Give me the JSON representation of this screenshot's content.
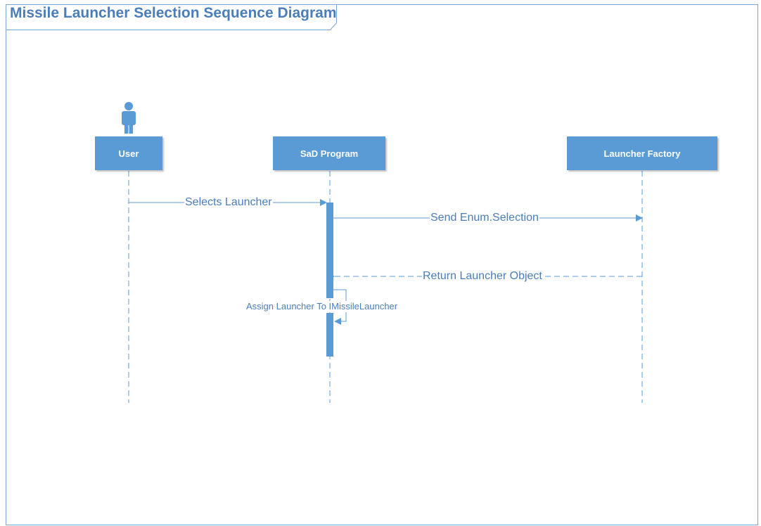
{
  "diagram": {
    "title": "Missile Launcher Selection Sequence Diagram",
    "colors": {
      "line": "#5b9bd5",
      "box_fill": "#5b9bd5",
      "text": "#4a7ebb",
      "frame": "#7aa6d6"
    }
  },
  "actor": {
    "icon": "person-icon"
  },
  "lifelines": [
    {
      "label": "User"
    },
    {
      "label": "SaD Program"
    },
    {
      "label": "Launcher Factory"
    }
  ],
  "messages": [
    {
      "label": "Selects Launcher",
      "from": "User",
      "to": "SaD Program",
      "style": "solid"
    },
    {
      "label": "Send Enum.Selection",
      "from": "SaD Program",
      "to": "Launcher Factory",
      "style": "solid"
    },
    {
      "label": "Return Launcher Object",
      "from": "Launcher Factory",
      "to": "SaD Program",
      "style": "dashed"
    },
    {
      "label": "Assign Launcher To IMissileLauncher",
      "from": "SaD Program",
      "to": "SaD Program",
      "style": "self"
    }
  ]
}
